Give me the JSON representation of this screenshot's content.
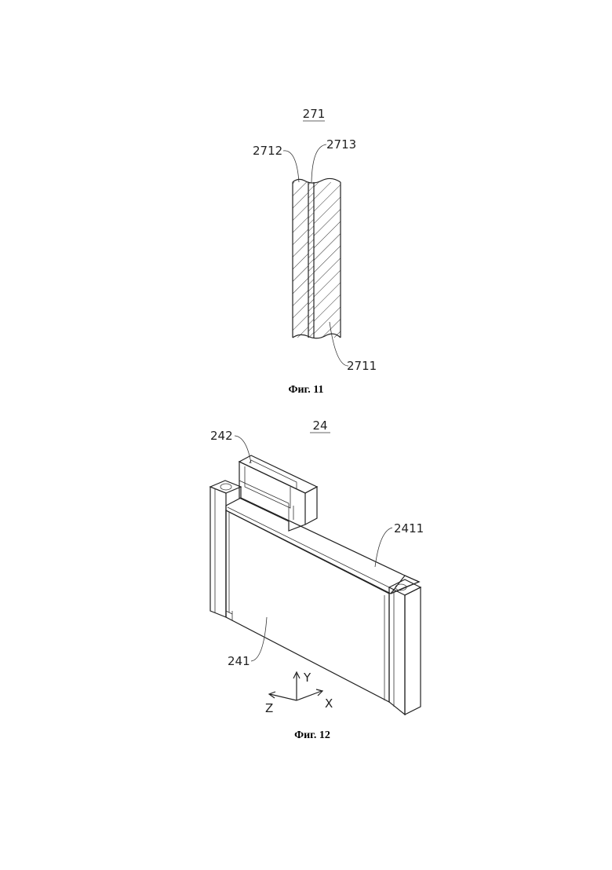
{
  "figure11": {
    "ref": "271",
    "callouts": [
      "2712",
      "2713",
      "2711"
    ],
    "caption": "Фиг. 11"
  },
  "figure12": {
    "ref": "24",
    "callouts": [
      "242",
      "2411",
      "241"
    ],
    "axes": {
      "y": "Y",
      "x": "X",
      "z": "Z"
    },
    "caption": "Фиг. 12"
  }
}
